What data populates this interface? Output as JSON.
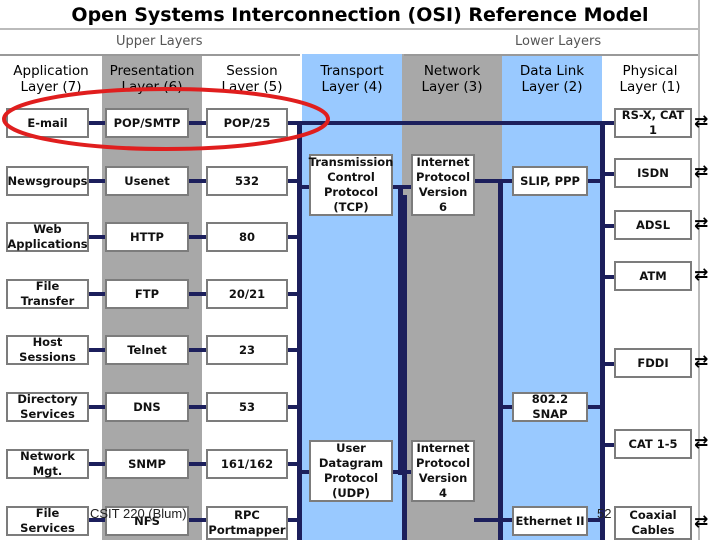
{
  "title": "Open Systems Interconnection (OSI) Reference Model",
  "groups": {
    "upper": "Upper Layers",
    "lower": "Lower Layers"
  },
  "layers": [
    {
      "name": "Application",
      "num": "Layer (7)"
    },
    {
      "name": "Presentation",
      "num": "Layer (6)"
    },
    {
      "name": "Session",
      "num": "Layer (5)"
    },
    {
      "name": "Transport",
      "num": "Layer (4)"
    },
    {
      "name": "Network",
      "num": "Layer (3)"
    },
    {
      "name": "Data Link",
      "num": "Layer (2)"
    },
    {
      "name": "Physical",
      "num": "Layer (1)"
    }
  ],
  "application": [
    "E-mail",
    "Newsgroups",
    "Web\nApplications",
    "File Transfer",
    "Host Sessions",
    "Directory\nServices",
    "Network Mgt.",
    "File Services"
  ],
  "presentation": [
    "POP/SMTP",
    "Usenet",
    "HTTP",
    "FTP",
    "Telnet",
    "DNS",
    "SNMP",
    "NFS"
  ],
  "session": [
    "POP/25",
    "532",
    "80",
    "20/21",
    "23",
    "53",
    "161/162",
    "RPC\nPortmapper"
  ],
  "transport": [
    "Transmission\nControl\nProtocol (TCP)",
    "User\nDatagram\nProtocol (UDP)"
  ],
  "network": [
    "Internet\nProtocol\nVersion 6",
    "Internet\nProtocol\nVersion 4"
  ],
  "datalink": [
    "SLIP, PPP",
    "802.2 SNAP",
    "Ethernet II"
  ],
  "physical": [
    "RS-X, CAT 1",
    "ISDN",
    "ADSL",
    "ATM",
    "FDDI",
    "CAT 1-5",
    "Coaxial\nCables"
  ],
  "footer": {
    "left": "CSIT 220 (Blum)",
    "right": "52"
  },
  "colors": {
    "highlight": "#e01e1e",
    "gray_col": "#a8a8a8",
    "blue_col": "#99c9ff",
    "wire": "#1c1f5c"
  }
}
